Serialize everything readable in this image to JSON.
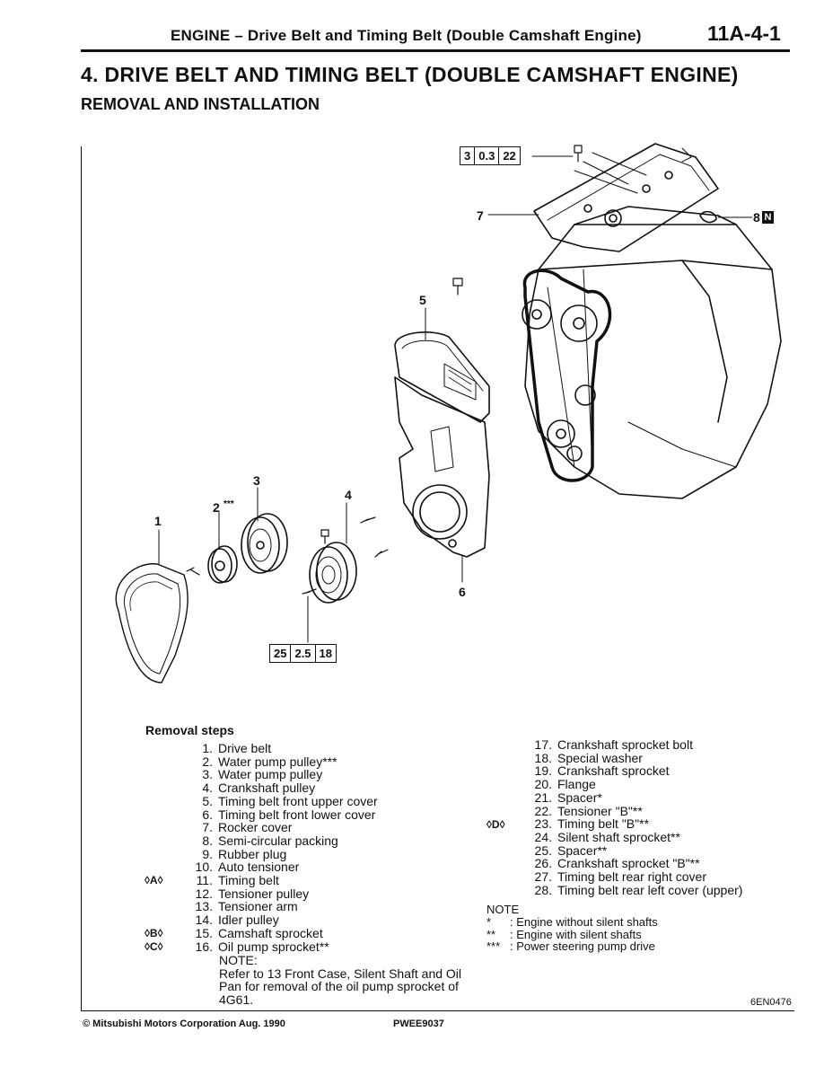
{
  "header": {
    "title": "ENGINE – Drive Belt and Timing Belt (Double Camshaft Engine)",
    "page_number": "11A-4-1"
  },
  "section_title": "4. DRIVE BELT AND TIMING BELT (DOUBLE CAMSHAFT ENGINE)",
  "subsection_title": "REMOVAL AND INSTALLATION",
  "diagram": {
    "torque_top": [
      "3",
      "0.3",
      "22"
    ],
    "torque_bottom": [
      "25",
      "2.5",
      "18"
    ],
    "callouts": {
      "c1": "1",
      "c2": "2",
      "c2_stars": "***",
      "c3": "3",
      "c4": "4",
      "c5": "5",
      "c6": "6",
      "c7": "7",
      "c8": "8",
      "c8_box": "N"
    }
  },
  "removal_steps": {
    "heading": "Removal steps",
    "left_items": [
      {
        "num": "1.",
        "text": "Drive belt"
      },
      {
        "num": "2.",
        "text": "Water pump pulley***"
      },
      {
        "num": "3.",
        "text": "Water pump pulley"
      },
      {
        "num": "4.",
        "text": "Crankshaft pulley"
      },
      {
        "num": "5.",
        "text": "Timing belt front upper cover"
      },
      {
        "num": "6.",
        "text": "Timing belt front lower cover"
      },
      {
        "num": "7.",
        "text": "Rocker cover"
      },
      {
        "num": "8.",
        "text": "Semi-circular packing"
      },
      {
        "num": "9.",
        "text": "Rubber plug"
      },
      {
        "num": "10.",
        "text": "Auto tensioner"
      },
      {
        "num": "11.",
        "text": "Timing belt"
      },
      {
        "num": "12.",
        "text": "Tensioner pulley"
      },
      {
        "num": "13.",
        "text": "Tensioner arm"
      },
      {
        "num": "14.",
        "text": "Idler pulley"
      },
      {
        "num": "15.",
        "text": "Camshaft sprocket"
      },
      {
        "num": "16.",
        "text": "Oil pump sprocket**"
      }
    ],
    "left_markers": {
      "m11": "◊A◊",
      "m15": "◊B◊",
      "m16": "◊C◊"
    },
    "left_note": {
      "label": "NOTE:",
      "line1": "Refer to 13 Front Case, Silent Shaft and Oil",
      "line2": "Pan for removal of the oil pump sprocket of",
      "line3": "4G61."
    },
    "right_items": [
      {
        "num": "17.",
        "text": "Crankshaft sprocket bolt"
      },
      {
        "num": "18.",
        "text": "Special washer"
      },
      {
        "num": "19.",
        "text": "Crankshaft sprocket"
      },
      {
        "num": "20.",
        "text": "Flange"
      },
      {
        "num": "21.",
        "text": "Spacer*"
      },
      {
        "num": "22.",
        "text": "Tensioner \"B\"**"
      },
      {
        "num": "23.",
        "text": "Timing belt \"B\"**"
      },
      {
        "num": "24.",
        "text": "Silent shaft sprocket**"
      },
      {
        "num": "25.",
        "text": "Spacer**"
      },
      {
        "num": "26.",
        "text": "Crankshaft sprocket \"B\"**"
      },
      {
        "num": "27.",
        "text": "Timing belt rear right cover"
      },
      {
        "num": "28.",
        "text": "Timing belt rear left cover (upper)"
      }
    ],
    "right_markers": {
      "m23": "◊D◊"
    }
  },
  "notes": {
    "heading": "NOTE",
    "items": [
      {
        "symbol": "*",
        "text": ": Engine without silent shafts"
      },
      {
        "symbol": "**",
        "text": ": Engine with silent shafts"
      },
      {
        "symbol": "***",
        "text": ": Power steering pump drive"
      }
    ]
  },
  "figure_ref": "6EN0476",
  "footer": {
    "copyright": "© Mitsubishi Motors Corporation   Aug. 1990",
    "code": "PWEE9037"
  }
}
